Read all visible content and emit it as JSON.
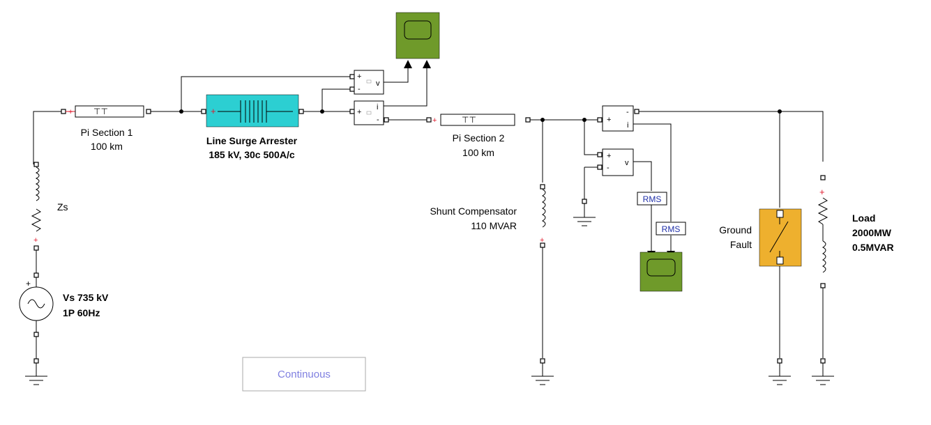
{
  "blocks": {
    "pi1": {
      "name": "Pi Section 1",
      "value": "100 km"
    },
    "arrester": {
      "name": "Line Surge Arrester",
      "value": "185 kV, 30c 500A/c"
    },
    "pi2": {
      "name": "Pi Section 2",
      "value": "100 km"
    },
    "zs": {
      "name": "Zs"
    },
    "vs": {
      "line1": "Vs  735 kV",
      "line2": "1P 60Hz"
    },
    "shunt": {
      "name": "Shunt Compensator",
      "value": "110 MVAR"
    },
    "fault": {
      "line1": "Ground",
      "line2": "Fault"
    },
    "load": {
      "line1": "Load",
      "line2": "2000MW",
      "line3": "0.5MVAR"
    },
    "rms1": {
      "label": "RMS"
    },
    "rms2": {
      "label": "RMS"
    },
    "vsensor": {
      "plus": "+",
      "minus": "-",
      "sym": "v"
    },
    "isensor": {
      "plus": "+",
      "minus": "-",
      "sym": "i"
    },
    "powergui": {
      "label": "Continuous"
    }
  },
  "colors": {
    "scope": "#6f9a2a",
    "arrester": "#2ccfd2",
    "fault": "#eeb02e",
    "powergui_text": "#7f7fe0",
    "rms_text": "#1f2fa8",
    "port_marker": "#e0182b"
  }
}
